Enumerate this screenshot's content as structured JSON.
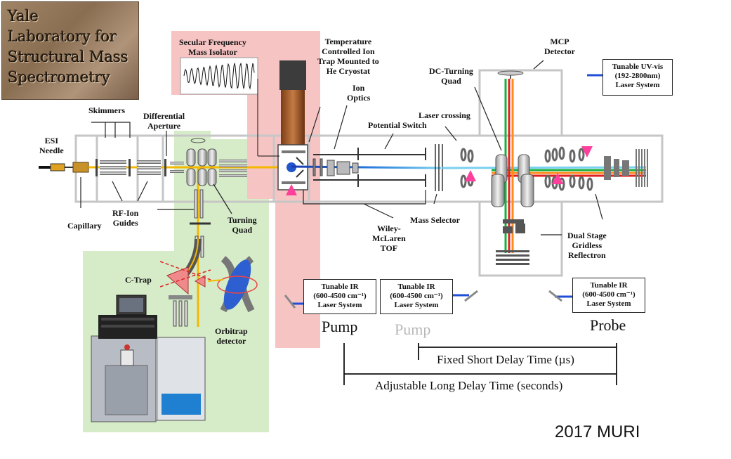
{
  "plaque": {
    "lines": [
      "Yale",
      "Laboratory for",
      "Structural Mass",
      "Spectrometry"
    ]
  },
  "labels": {
    "esi_needle": [
      "ESI",
      "Needle"
    ],
    "skimmers": "Skimmers",
    "differential_aperture": [
      "Differential",
      "Aperture"
    ],
    "capillary": "Capillary",
    "rf_ion_guides": [
      "RF-Ion",
      "Guides"
    ],
    "turning_quad": [
      "Turning",
      "Quad"
    ],
    "c_trap": "C-Trap",
    "orbitrap": [
      "Orbitrap",
      "detector"
    ],
    "secular": [
      "Secular Frequency",
      "Mass Isolator"
    ],
    "temp_trap": [
      "Temperature",
      "Controlled Ion",
      "Trap Mounted to",
      "He Cryostat"
    ],
    "ion_optics": [
      "Ion",
      "Optics"
    ],
    "potential_switch": "Potential Switch",
    "laser_crossing": "Laser crossing",
    "dc_turning_quad": [
      "DC-Turning",
      "Quad"
    ],
    "mcp_detector": [
      "MCP",
      "Detector"
    ],
    "wiley_mclaren": [
      "Wiley-",
      "McLaren",
      "TOF"
    ],
    "mass_selector": "Mass Selector",
    "dual_stage": [
      "Dual Stage",
      "Gridless",
      "Reflectron"
    ]
  },
  "lasers": {
    "ir_pump": [
      "Tunable IR",
      "(600-4500 cm⁻¹)",
      "Laser System"
    ],
    "ir_pump2": [
      "Tunable IR",
      "(600-4500 cm⁻¹)",
      "Laser System"
    ],
    "ir_probe": [
      "Tunable IR",
      "(600-4500 cm⁻¹)",
      "Laser System"
    ],
    "uv_vis": [
      "Tunable UV-vis",
      "(192-2800nm)",
      "Laser System"
    ]
  },
  "stages": {
    "pump": "Pump",
    "pump2": "Pump",
    "probe": "Probe"
  },
  "timing": {
    "short": "Fixed Short Delay Time (µs)",
    "long": "Adjustable Long Delay Time (seconds)"
  },
  "footer": "2017 MURI",
  "colors": {
    "green_region": "#d6ecc8",
    "pink_region": "#f7c4c4",
    "frame": "#c8c8c8",
    "ion_beam_yellow": "#f5b800",
    "laser_blue": "#1f4fd6",
    "laser_pink": "#ff3f9b"
  }
}
